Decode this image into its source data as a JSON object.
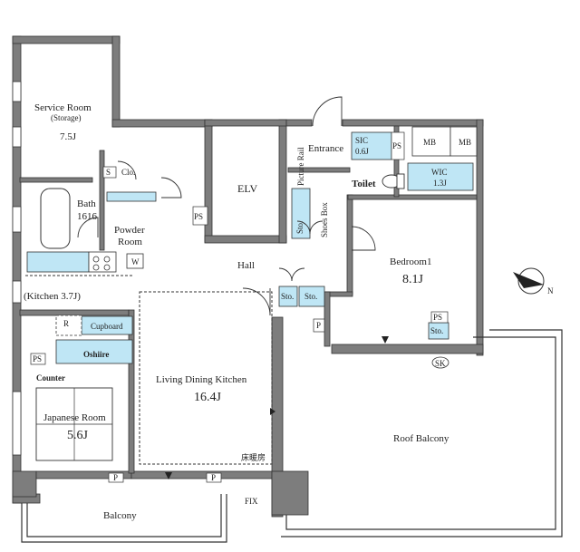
{
  "colors": {
    "wall": "#7d7d7d",
    "storage": "#bfe6f5",
    "line": "#333333",
    "background": "#ffffff"
  },
  "rooms": {
    "service_room": "Service Room",
    "service_room_sub": "(Storage)",
    "service_room_size": "7.5J",
    "bath": "Bath",
    "bath_size": "1616",
    "powder_room_line1": "Powder",
    "powder_room_line2": "Room",
    "elv": "ELV",
    "entrance": "Entrance",
    "picture_rail": "Picture Rail",
    "shoes_box": "Shoes Box",
    "toilet": "Toilet",
    "bedroom": "Bedroom1",
    "bedroom_size": "8.1J",
    "hall": "Hall",
    "kitchen": "(Kitchen 3.7J)",
    "ldk": "Living Dining Kitchen",
    "ldk_size": "16.4J",
    "floor_heating": "床暖房",
    "japanese_room": "Japanese Room",
    "japanese_room_size": "5.6J",
    "roof_balcony": "Roof Balcony",
    "balcony": "Balcony"
  },
  "fixtures": {
    "sic": "SIC",
    "sic_size": "0.6J",
    "wic": "WIC",
    "wic_size": "1.3J",
    "mb": "MB",
    "ps": "PS",
    "sto": "Sto.",
    "clo": "Clo.",
    "w": "W",
    "r": "R",
    "cupboard": "Cupboard",
    "oshiire": "Oshiire",
    "counter": "Counter",
    "p": "P",
    "sk": "SK",
    "fix": "FIX",
    "s": "S",
    "north": "N"
  }
}
